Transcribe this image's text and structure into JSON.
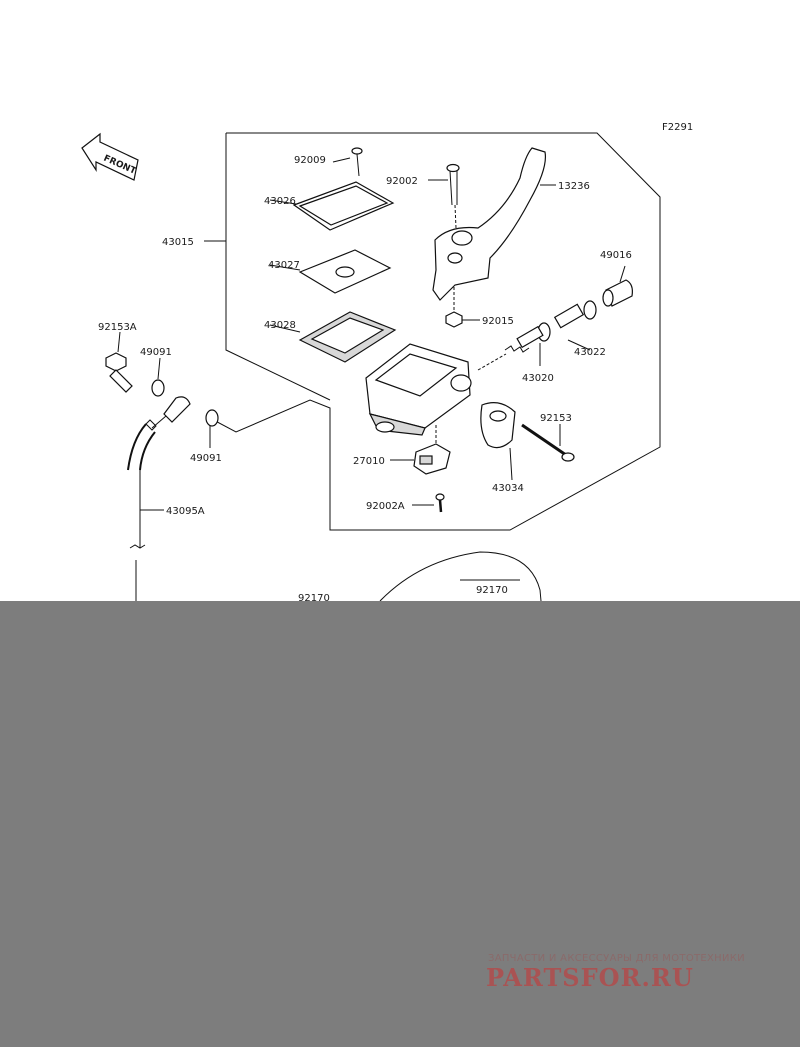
{
  "diagram_code": "F2291",
  "front_label": "FRONT",
  "callouts": {
    "p92009": "92009",
    "p43026": "43026",
    "p43015": "43015",
    "p43027": "43027",
    "p43028": "43028",
    "p92002": "92002",
    "p13236": "13236",
    "p49016": "49016",
    "p92015": "92015",
    "p43022": "43022",
    "p43020": "43020",
    "p92153A": "92153A",
    "p49091a": "49091",
    "p49091b": "49091",
    "p92153": "92153",
    "p27010": "27010",
    "p43034": "43034",
    "p92002A": "92002A",
    "p43095A": "43095A",
    "p92170a": "92170",
    "p92170b": "92170"
  },
  "watermark": {
    "tagline": "ЗАПЧАСТИ И АКСЕССУАРЫ ДЛЯ МОТОТЕХНИКИ",
    "logo": "PARTSFOR.RU"
  },
  "colors": {
    "mask": "#7d7d7d",
    "line": "#111111",
    "watermark_logo": "#b84545"
  }
}
